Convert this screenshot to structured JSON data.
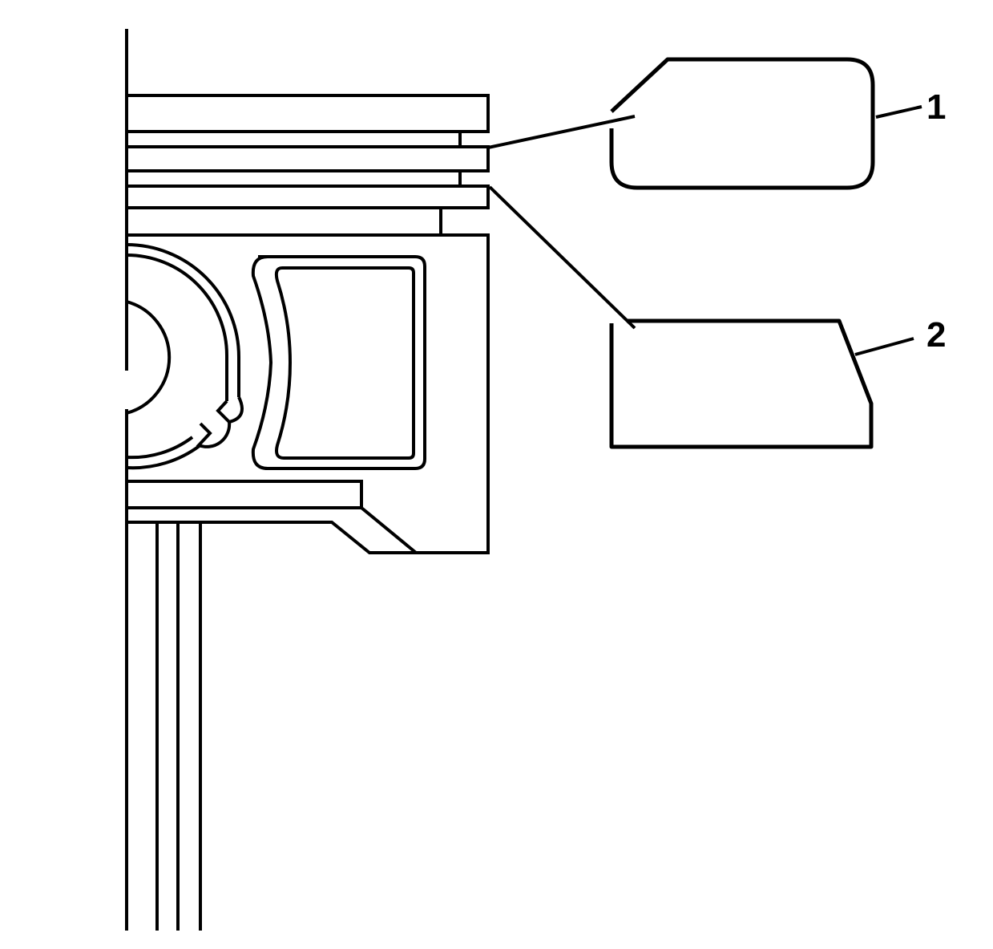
{
  "diagram": {
    "callouts": [
      {
        "label": "1",
        "name": "upper-ring-profile"
      },
      {
        "label": "2",
        "name": "lower-ring-profile"
      }
    ],
    "colors": {
      "line": "#000000",
      "background": "#ffffff"
    }
  }
}
